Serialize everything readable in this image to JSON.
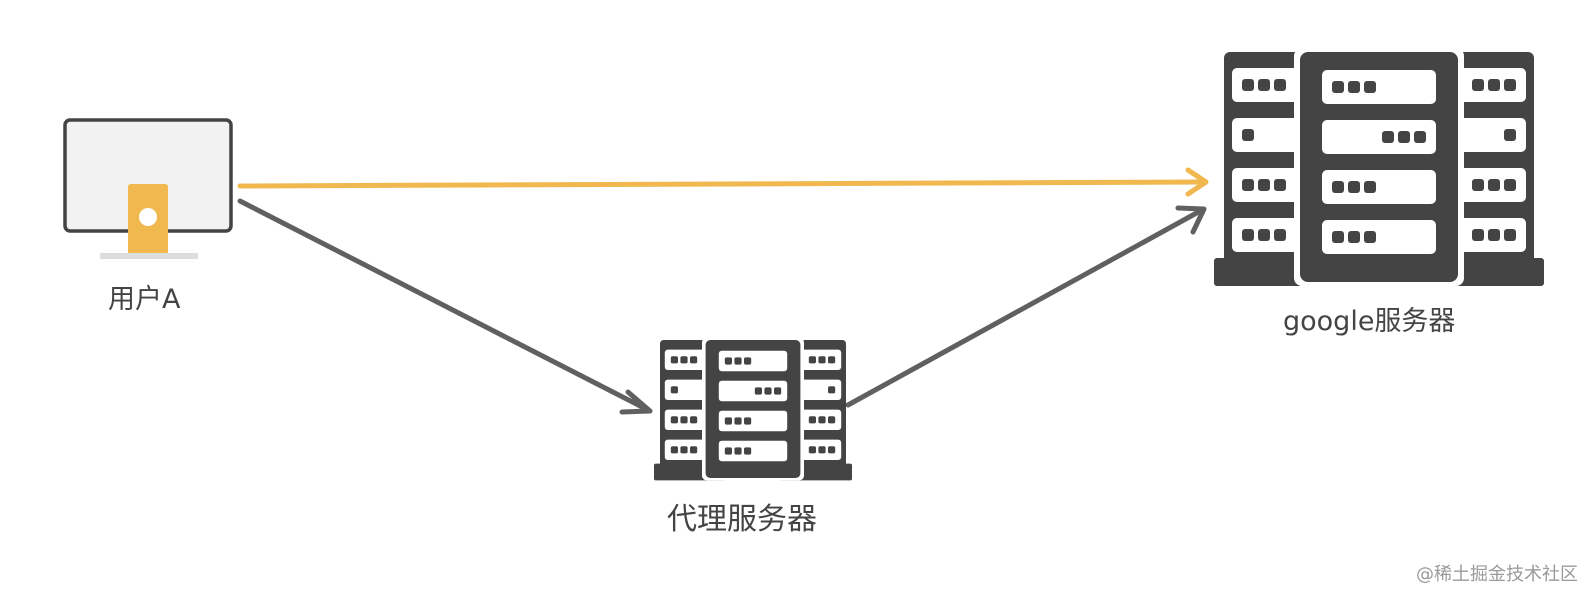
{
  "nodes": {
    "user": {
      "label": "用户A"
    },
    "proxy": {
      "label": "代理服务器"
    },
    "google": {
      "label": "google服务器"
    }
  },
  "edges": [
    {
      "from": "user",
      "to": "google",
      "color": "#f0b84e"
    },
    {
      "from": "user",
      "to": "proxy",
      "color": "#606060"
    },
    {
      "from": "proxy",
      "to": "google",
      "color": "#606060"
    }
  ],
  "watermark": "@稀土掘金技术社区",
  "colors": {
    "server": "#444444",
    "server_slot": "#ffffff",
    "monitor_screen": "#f2f2f3",
    "monitor_border": "#444444",
    "monitor_stand": "#f0b84e",
    "monitor_base": "#dddddd"
  }
}
